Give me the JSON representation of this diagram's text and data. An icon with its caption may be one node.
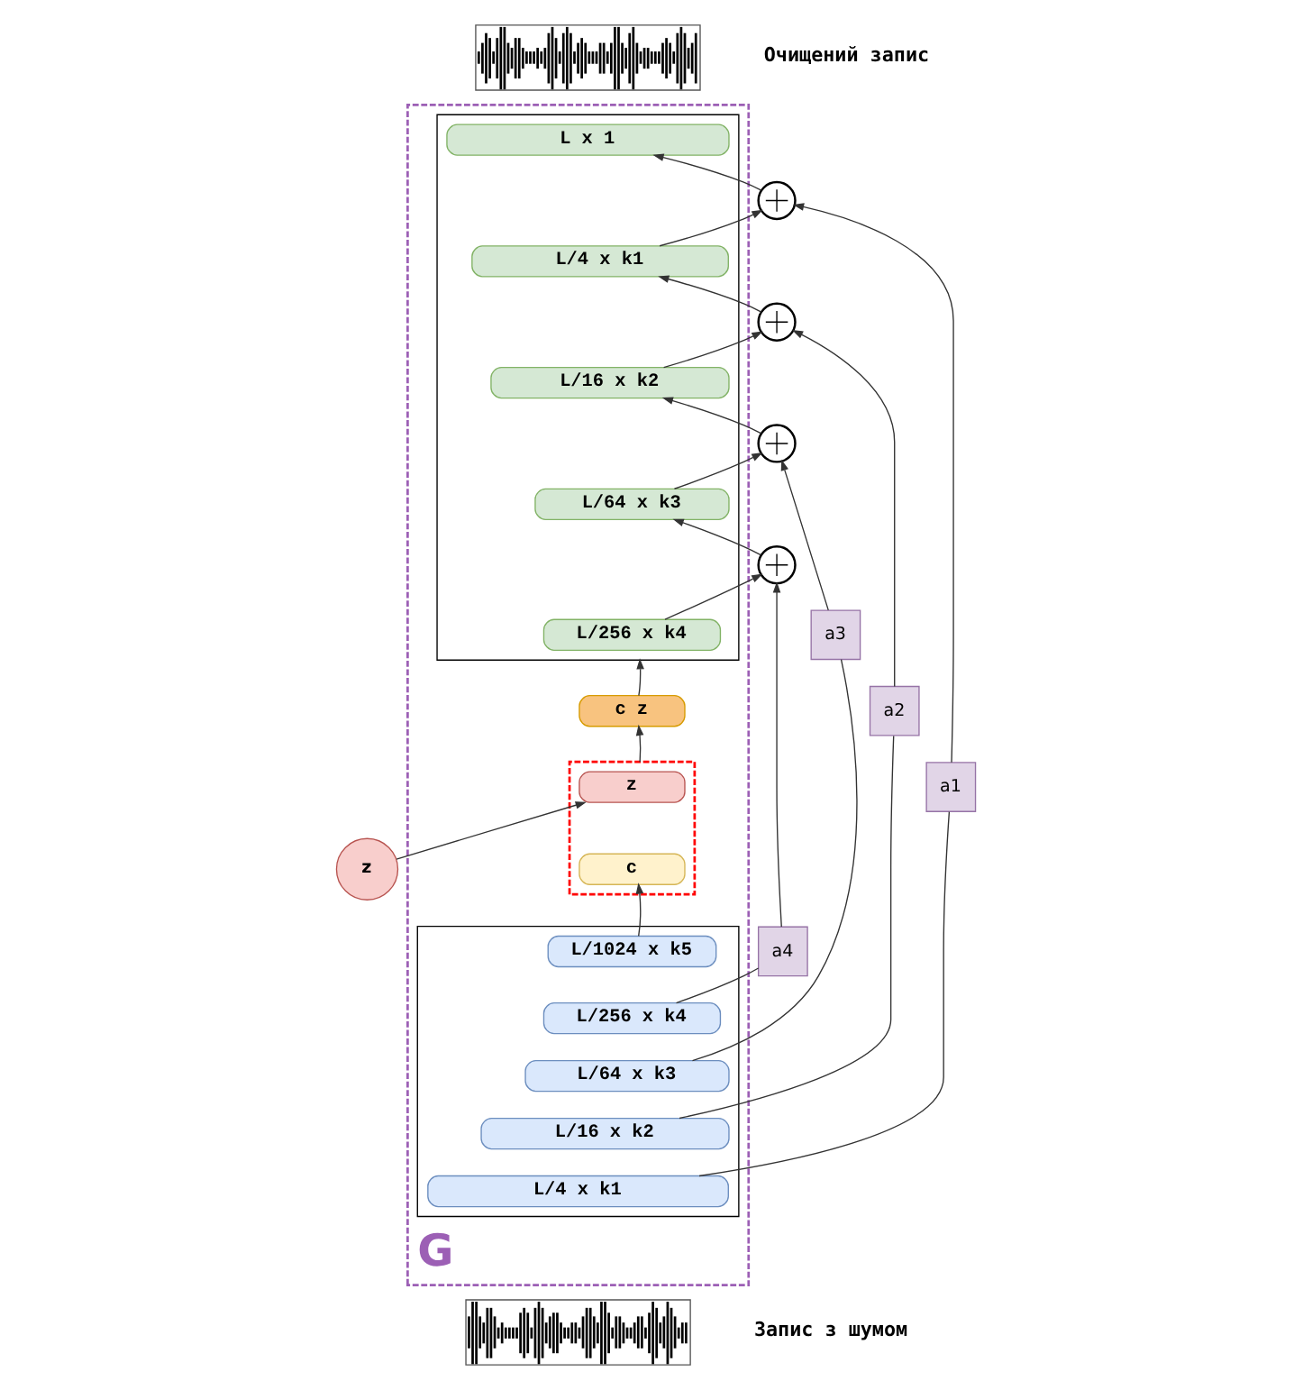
{
  "diagram": {
    "nodes": [
      {
        "text": [
          "G"
        ]
      },
      {
        "text": [],
        "shape": "trapezoid",
        "in": 0
      },
      {
        "text": [
          "L x 1"
        ],
        "in": 1
      },
      {
        "text": [
          "L/4 x k1"
        ],
        "in": 1
      },
      {
        "text": [
          "L/16 x k2"
        ],
        "in": 1
      },
      {
        "text": [
          "L/64 x k3"
        ],
        "in": 1
      },
      {
        "text": [
          "L/256 x k4"
        ],
        "in": 1
      },
      {
        "text": [],
        "shape": "circle"
      },
      {
        "text": [],
        "shape": "circle"
      },
      {
        "text": [],
        "shape": "circle"
      },
      {
        "text": [],
        "shape": "circle"
      },
      {
        "text": [
          "c z"
        ],
        "in": 0
      },
      {
        "text": [
          "z"
        ]
      },
      {
        "text": [],
        "shape": "box",
        "in": 0
      },
      {
        "text": [
          "z"
        ],
        "in": 13
      },
      {
        "text": [
          "c"
        ],
        "in": 13
      },
      {
        "text": [
          "a4"
        ]
      },
      {
        "text": [
          "a3"
        ]
      },
      {
        "text": [
          "a2"
        ]
      },
      {
        "text": [
          "a1"
        ]
      },
      {
        "text": [],
        "shape": "trapezoid",
        "in": 0
      },
      {
        "text": [
          "L/1024 x k5"
        ],
        "in": 20
      },
      {
        "text": [
          "L/256 x k4"
        ],
        "in": 20
      },
      {
        "text": [
          "L/64 x k3"
        ],
        "in": 20
      },
      {
        "text": [
          "L/16 x k2"
        ],
        "in": 20
      },
      {
        "text": [
          "L/4 x k1"
        ],
        "in": 20
      },
      {
        "text": [],
        "shape": "picture",
        "beside": [
          "Очищений запис"
        ]
      },
      {
        "text": [],
        "shape": "picture",
        "beside": [
          "Запис з шумом"
        ]
      }
    ],
    "edges": [
      {
        "from": 21,
        "to": 15,
        "arrow": "to"
      },
      {
        "from": 12,
        "to": 14,
        "arrow": "to"
      },
      {
        "from": 13,
        "to": 11,
        "arrow": "to"
      },
      {
        "from": 11,
        "to": 1,
        "arrow": "to"
      },
      {
        "from": 22,
        "to": 16,
        "arrow": "none"
      },
      {
        "from": 23,
        "to": 17,
        "arrow": "none"
      },
      {
        "from": 24,
        "to": 18,
        "arrow": "none"
      },
      {
        "from": 25,
        "to": 19,
        "arrow": "none"
      },
      {
        "from": 16,
        "to": 10,
        "arrow": "to"
      },
      {
        "from": 17,
        "to": 9,
        "arrow": "to"
      },
      {
        "from": 18,
        "to": 8,
        "arrow": "to"
      },
      {
        "from": 19,
        "to": 7,
        "arrow": "to"
      },
      {
        "from": 6,
        "to": 10,
        "arrow": "to"
      },
      {
        "from": 10,
        "to": 5,
        "arrow": "to"
      },
      {
        "from": 5,
        "to": 9,
        "arrow": "to"
      },
      {
        "from": 9,
        "to": 4,
        "arrow": "to"
      },
      {
        "from": 4,
        "to": 8,
        "arrow": "to"
      },
      {
        "from": 8,
        "to": 3,
        "arrow": "to"
      },
      {
        "from": 3,
        "to": 7,
        "arrow": "to"
      },
      {
        "from": 7,
        "to": 2,
        "arrow": "to"
      }
    ]
  }
}
